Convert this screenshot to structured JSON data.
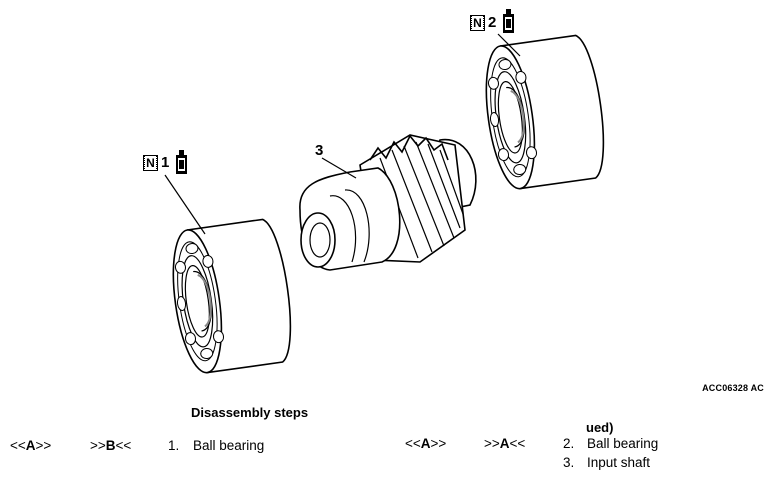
{
  "callouts": {
    "n1": {
      "letter": "N",
      "number": "1"
    },
    "n2": {
      "letter": "N",
      "number": "2"
    },
    "part3": "3"
  },
  "figure_code": "ACC06328 AC",
  "steps": {
    "heading": "Disassembly steps",
    "continued": "ued)",
    "left": [
      {
        "assembly_pre": "<<",
        "assembly_mark": "A",
        "assembly_post": ">>",
        "disassembly_pre": ">>",
        "disassembly_mark": "B",
        "disassembly_post": "<<",
        "number": "1.",
        "name": "Ball bearing"
      }
    ],
    "right": [
      {
        "assembly_pre": "<<",
        "assembly_mark": "A",
        "assembly_post": ">>",
        "disassembly_pre": ">>",
        "disassembly_mark": "A",
        "disassembly_post": "<<",
        "number": "2.",
        "name": "Ball bearing"
      },
      {
        "number": "3.",
        "name": "Input shaft"
      }
    ]
  },
  "icons": [
    "grease-can-icon",
    "n-symbol-icon"
  ]
}
